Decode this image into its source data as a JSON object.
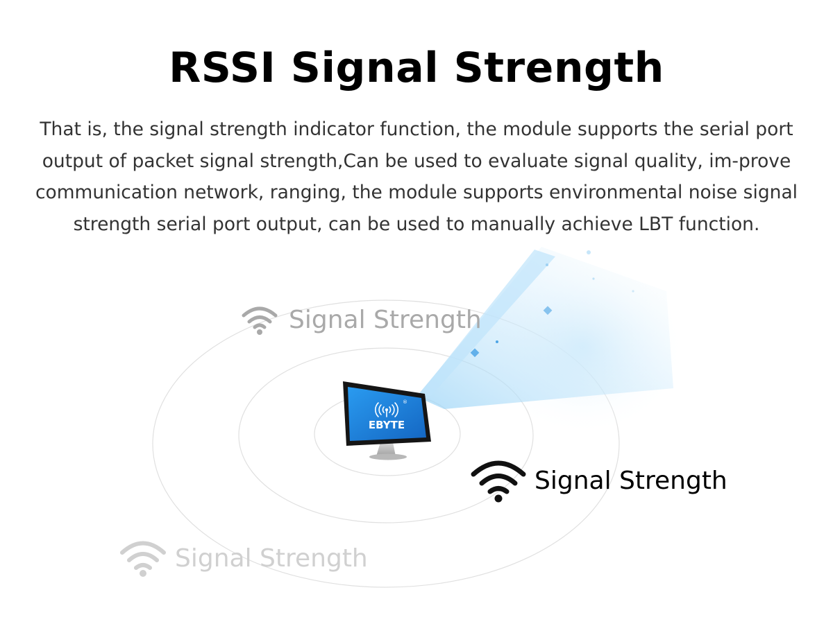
{
  "title": "RSSI Signal Strength",
  "description": "That is, the signal strength indicator function, the module supports the serial port output of packet signal strength,Can be used to evaluate signal quality, im-prove communication network, ranging, the module supports environmental noise signal strength serial port output, can be used to manually achieve LBT function.",
  "monitor": {
    "brand": "EBYTE",
    "icon": "wireless-broadcast-icon",
    "registered": "®"
  },
  "labels": [
    {
      "text": "Signal Strength",
      "icon": "wifi-icon",
      "color": "#a9a9a9"
    },
    {
      "text": "Signal Strength",
      "icon": "wifi-icon",
      "color": "#000000"
    },
    {
      "text": "Signal Strength",
      "icon": "wifi-icon",
      "color": "#d0d0d0"
    }
  ],
  "colors": {
    "screen": "#1a7fd6",
    "beam": "#8fd0f5",
    "ring": "#e0e0e0"
  }
}
